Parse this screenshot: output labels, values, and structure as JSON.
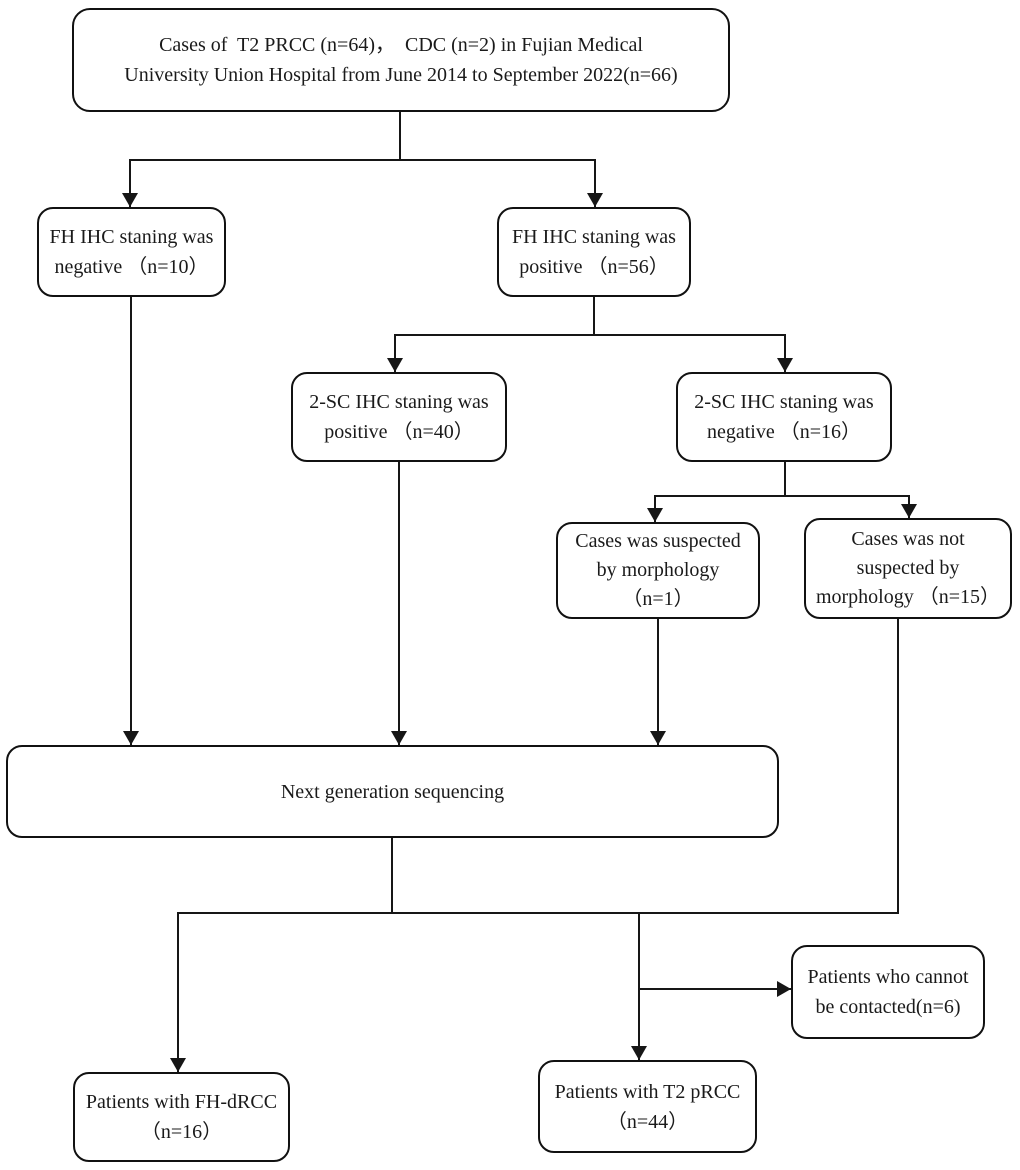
{
  "flowchart": {
    "title": "Study inclusion flowchart",
    "colors": {
      "node_border": "#111111",
      "node_background": "#ffffff",
      "connector": "#161616",
      "text": "#1a1a1a"
    },
    "nodes": {
      "total": {
        "label": "Cases of  T2 PRCC (n=64)，  CDC (n=2) in Fujian Medical\nUniversity Union Hospital from June 2014 to September 2022(n=66)",
        "count": 66
      },
      "fh_negative": {
        "label": "FH IHC staning was\nnegative （n=10）",
        "count": 10
      },
      "fh_positive": {
        "label": "FH IHC staning was\npositive （n=56）",
        "count": 56
      },
      "sc_positive": {
        "label": "2-SC IHC staning was\npositive （n=40）",
        "count": 40
      },
      "sc_negative": {
        "label": "2-SC IHC staning was\nnegative （n=16）",
        "count": 16
      },
      "suspected": {
        "label": "Cases was suspected\nby morphology\n（n=1）",
        "count": 1
      },
      "not_suspected": {
        "label": "Cases was not\nsuspected by\nmorphology （n=15）",
        "count": 15
      },
      "ngs": {
        "label": "Next generation sequencing"
      },
      "cannot_contact": {
        "label": "Patients who cannot\nbe contacted(n=6)",
        "count": 6
      },
      "fh_drcc": {
        "label": "Patients with FH-dRCC\n（n=16）",
        "count": 16
      },
      "t2_prcc": {
        "label": "Patients with T2 pRCC\n（n=44）",
        "count": 44
      }
    }
  }
}
